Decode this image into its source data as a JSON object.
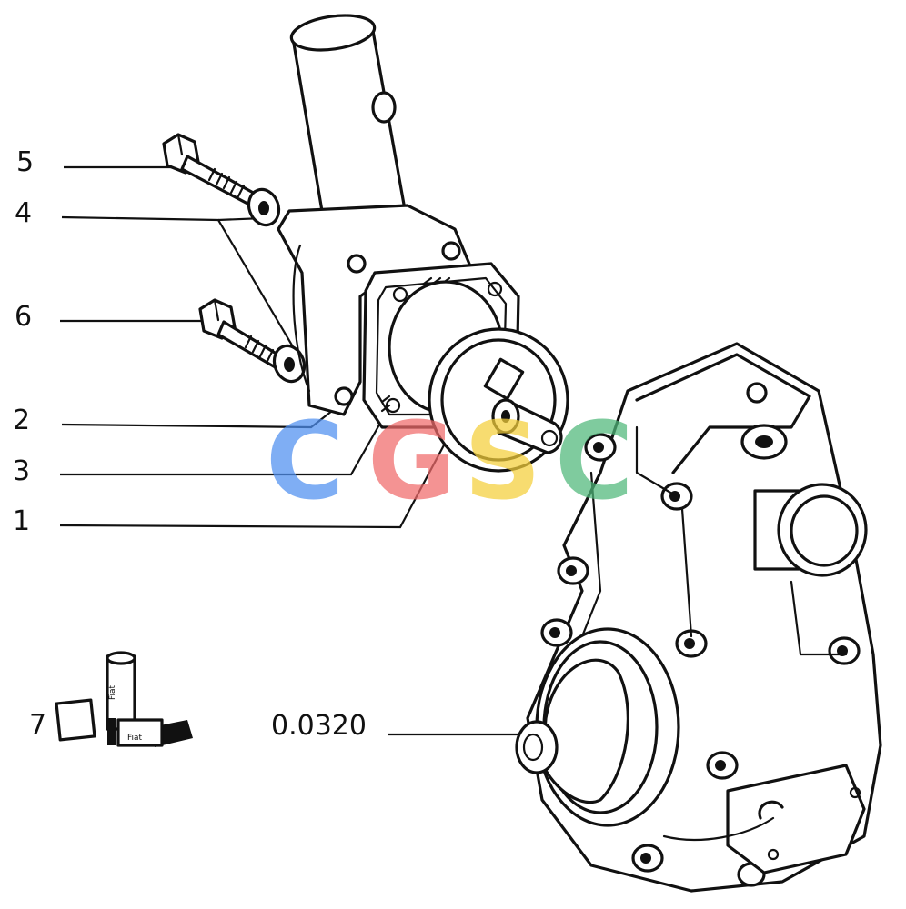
{
  "callouts": {
    "c5": "5",
    "c4": "4",
    "c6": "6",
    "c2": "2",
    "c3": "3",
    "c1": "1",
    "c7": "7",
    "assembly": "0.0320"
  },
  "watermark": {
    "letters": [
      "C",
      "G",
      "S",
      "C"
    ],
    "colors": [
      "#4f8ff0",
      "#f06a6a",
      "#f5cf3a",
      "#4fb87a"
    ]
  },
  "kit_packaging": {
    "top": "Fiat",
    "side": "Fiat"
  }
}
